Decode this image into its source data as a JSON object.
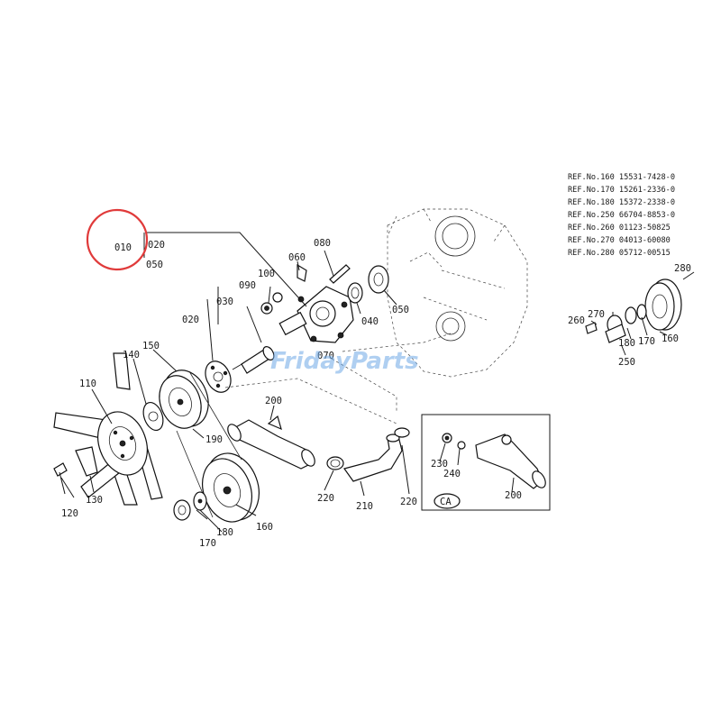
{
  "watermark": {
    "text": "FridayParts",
    "color": "#6ea8e6"
  },
  "highlight": {
    "label": "010",
    "color": "#e03a3a"
  },
  "callouts": {
    "c010": "010",
    "c020a": "020",
    "c050a": "050",
    "c020b": "020",
    "c030": "030",
    "c040": "040",
    "c050b": "050",
    "c060": "060",
    "c070": "070",
    "c080": "080",
    "c090": "090",
    "c100": "100",
    "c110": "110",
    "c120": "120",
    "c130": "130",
    "c140": "140",
    "c150": "150",
    "c160a": "160",
    "c170a": "170",
    "c180a": "180",
    "c190": "190",
    "c200a": "200",
    "c200b": "200",
    "c210": "210",
    "c220a": "220",
    "c220b": "220",
    "c230": "230",
    "c240": "240",
    "c250": "250",
    "c260": "260",
    "c270": "270",
    "c280": "280",
    "c160b": "160",
    "c170b": "170",
    "c180b": "180",
    "ca_badge": "CA"
  },
  "ref_table": [
    "REF.No.160  15531-7428-0",
    "REF.No.170  15261-2336-0",
    "REF.No.180  15372-2338-0",
    "REF.No.250  66704-8853-0",
    "REF.No.260  01123-50825",
    "REF.No.270  04013-60080",
    "REF.No.280  05712-00515"
  ]
}
